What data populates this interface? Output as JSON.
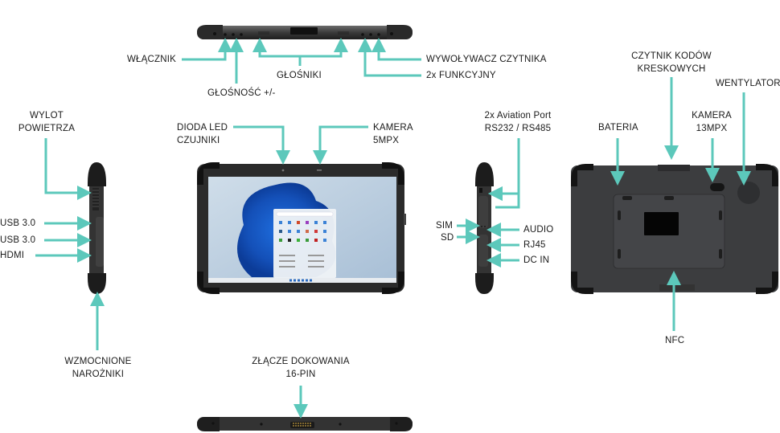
{
  "diagram": {
    "accent_color": "#5cc8bb",
    "views": {
      "top": {
        "labels": {
          "power": "WŁĄCZNIK",
          "volume": "GŁOŚNOŚĆ +/-",
          "speakers": "GŁOŚNIKI",
          "scanner_trigger": "WYWOŁYWACZ CZYTNIKA",
          "function": "2x FUNKCYJNY"
        }
      },
      "left": {
        "labels": {
          "air_outlet_1": "WYLOT",
          "air_outlet_2": "POWIETRZA",
          "usb1": "USB 3.0",
          "usb2": "USB 3.0",
          "hdmi": "HDMI",
          "corners_1": "WZMOCNIONE",
          "corners_2": "NAROŻNIKI"
        }
      },
      "front": {
        "labels": {
          "led_1": "DIODA LED",
          "led_2": "CZUJNIKI",
          "camera_1": "KAMERA",
          "camera_2": "5MPX"
        }
      },
      "right": {
        "labels": {
          "aviation_1": "2x Aviation Port",
          "aviation_2": "RS232 / RS485",
          "sim": "SIM",
          "sd": "SD",
          "audio": "AUDIO",
          "rj45": "RJ45",
          "dcin": "DC IN"
        }
      },
      "back": {
        "labels": {
          "barcode_1": "CZYTNIK KODÓW",
          "barcode_2": "KRESKOWYCH",
          "fan": "WENTYLATOR",
          "battery": "BATERIA",
          "camera_1": "KAMERA",
          "camera_2": "13MPX",
          "nfc": "NFC"
        }
      },
      "bottom": {
        "labels": {
          "dock_1": "ZŁĄCZE DOKOWANIA",
          "dock_2": "16-PIN"
        }
      }
    }
  }
}
